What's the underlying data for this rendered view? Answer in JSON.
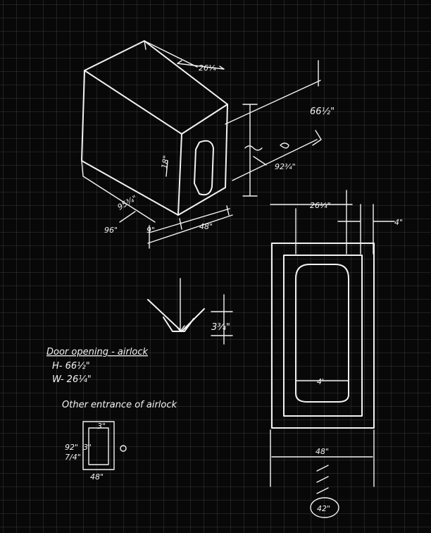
{
  "sheet": {
    "colors": {
      "paper": "#080808",
      "grid": "#787878",
      "ink": "#f2f2f2"
    }
  },
  "isometric": {
    "dims": {
      "width_top": "26¼",
      "height": "66½\"",
      "door_h": "18\"",
      "depth": "95¾\"",
      "base_len": "96\"",
      "base_gap": "9\"",
      "base_w": "48\"",
      "side": "92¾\""
    }
  },
  "elevation": {
    "dims": {
      "door_w_top": "26¼\"",
      "frame": "4\"",
      "inner_w": "4'",
      "total_w": "48\"",
      "total_circled": "42\""
    }
  },
  "seal_detail": {
    "dim": "3¾\""
  },
  "notes": {
    "door_title": "Door opening - airlock",
    "door_h": "H- 66½\"",
    "door_w": "W- 26¼\"",
    "other_entrance": "Other entrance of airlock"
  },
  "mini": {
    "left_top": "92\"",
    "left_bottom": "7/4\"",
    "top_dim": "3\"",
    "bottom_dim": "48\"",
    "side_dim": "3\""
  }
}
